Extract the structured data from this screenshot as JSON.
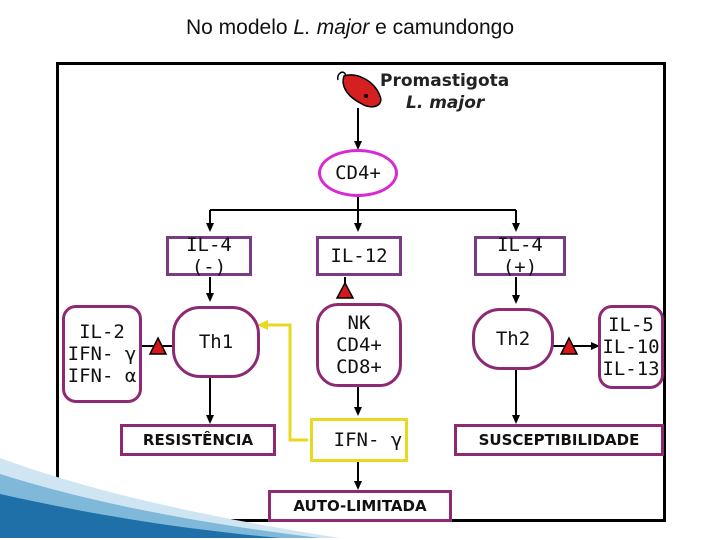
{
  "title": {
    "prefix": "No modelo ",
    "species": "L. major",
    "suffix": " e camundongo"
  },
  "promastigote": {
    "label": "Promastigota",
    "species": "L. major"
  },
  "nodes": {
    "cd4": "CD4+",
    "il4_neg": "IL-4 (-)",
    "il12": "IL-12",
    "il4_pos": "IL-4 (+)",
    "left_cytokines": [
      "IL-2",
      "IFN- γ",
      "IFN- α"
    ],
    "th1": "Th1",
    "nk_cells": [
      "NK",
      "CD4+",
      "CD8+"
    ],
    "th2": "Th2",
    "right_cytokines": [
      "IL-5",
      "IL-10",
      "IL-13"
    ],
    "resistance": "RESISTÊNCIA",
    "ifn_gamma": "IFN- γ",
    "susceptibility": "SUSCEPTIBILIDADE",
    "self_limited": "AUTO-LIMITADA"
  },
  "colors": {
    "purple_border": "#7a3a86",
    "magenta_border": "#d62ad6",
    "yellow": "#e8d820",
    "red_triangle": "#d81818",
    "parasite": "#d42020"
  }
}
